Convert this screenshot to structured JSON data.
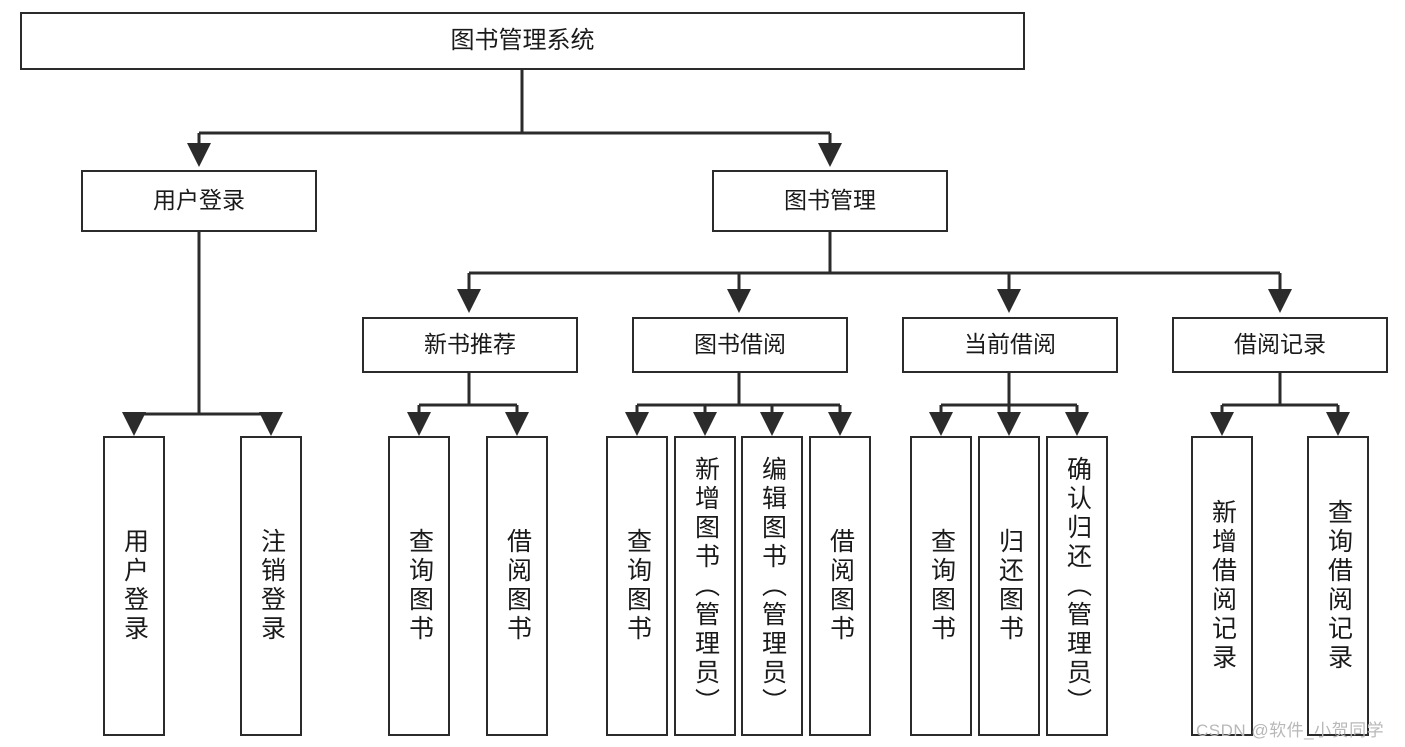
{
  "diagram": {
    "title": "图书管理系统",
    "type": "tree-hierarchy-chart",
    "root": {
      "label": "图书管理系统"
    },
    "level2": [
      {
        "label": "用户登录"
      },
      {
        "label": "图书管理"
      }
    ],
    "level3": [
      {
        "label": "新书推荐"
      },
      {
        "label": "图书借阅"
      },
      {
        "label": "当前借阅"
      },
      {
        "label": "借阅记录"
      }
    ],
    "leaves": [
      {
        "label": "用户登录",
        "parent": "用户登录"
      },
      {
        "label": "注销登录",
        "parent": "用户登录"
      },
      {
        "label": "查询图书",
        "parent": "新书推荐"
      },
      {
        "label": "借阅图书",
        "parent": "新书推荐"
      },
      {
        "label": "查询图书",
        "parent": "图书借阅"
      },
      {
        "label": "新增图书（管理员）",
        "parent": "图书借阅"
      },
      {
        "label": "编辑图书（管理员）",
        "parent": "图书借阅"
      },
      {
        "label": "借阅图书",
        "parent": "图书借阅"
      },
      {
        "label": "查询图书",
        "parent": "当前借阅"
      },
      {
        "label": "归还图书",
        "parent": "当前借阅"
      },
      {
        "label": "确认归还（管理员）",
        "parent": "当前借阅"
      },
      {
        "label": "新增借阅记录",
        "parent": "借阅记录"
      },
      {
        "label": "查询借阅记录",
        "parent": "借阅记录"
      }
    ]
  },
  "watermark": {
    "text": "CSDN @软件_小贺同学"
  },
  "colors": {
    "stroke": "#2b2b2b",
    "background": "#ffffff",
    "text": "#1a1a1a",
    "watermark": "#b8b8b8"
  }
}
